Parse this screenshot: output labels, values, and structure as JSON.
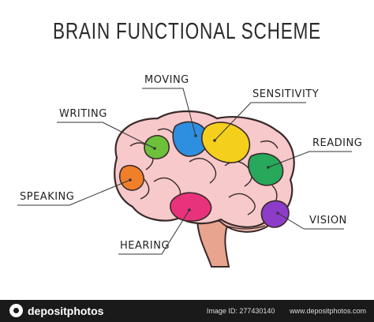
{
  "diagram": {
    "title": "BRAIN FUNCTIONAL SCHEME",
    "labels": {
      "moving": "MOVING",
      "sensitivity": "SENSITIVITY",
      "writing": "WRITING",
      "reading": "READING",
      "speaking": "SPEAKING",
      "vision": "VISION",
      "hearing": "HEARING"
    },
    "region_colors": {
      "moving": "#2e8fe0",
      "sensitivity": "#f4cf1c",
      "writing": "#6cc03a",
      "reading": "#27a85a",
      "speaking": "#f07f2a",
      "vision": "#8c3cc8",
      "hearing": "#e8327c",
      "cortex": "#f7c9cb",
      "outline": "#3a2a2a"
    }
  },
  "footer": {
    "brand": "depositphotos",
    "image_id": "Image ID: 277430140",
    "site": "www.depositphotos.com"
  }
}
